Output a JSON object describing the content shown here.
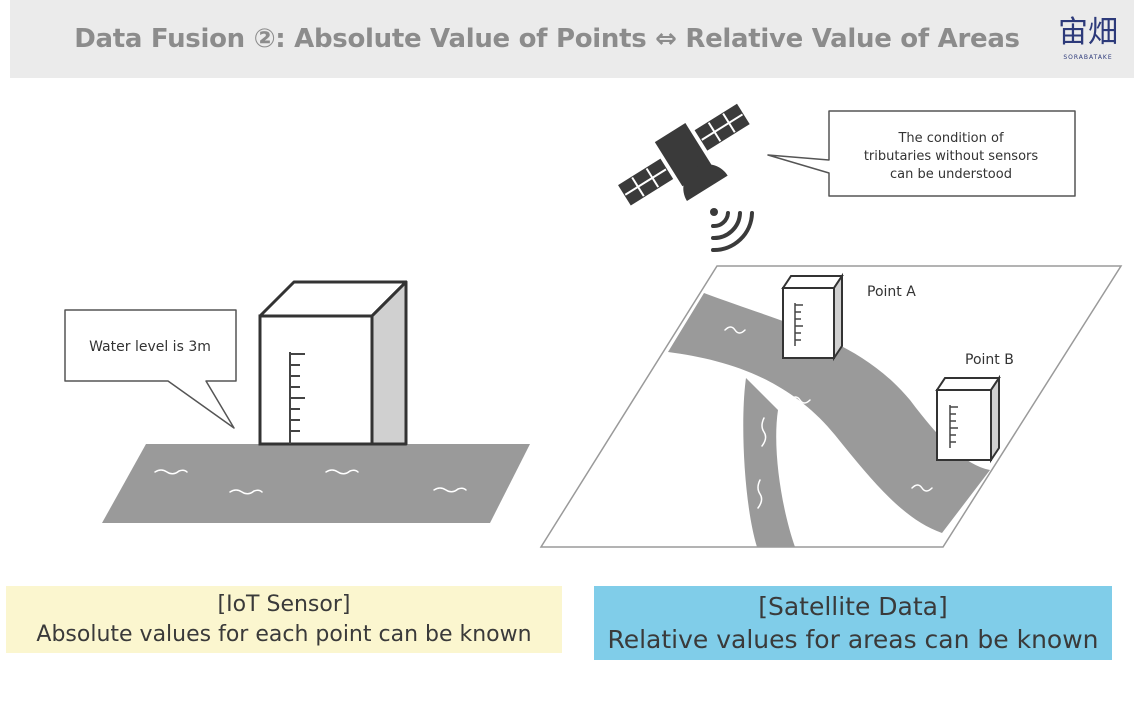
{
  "header": {
    "title": "Data Fusion ②: Absolute Value of Points ⇔ Relative Value of Areas",
    "logo_text": "宙畑",
    "logo_subtext": "SORABATAKE"
  },
  "left_scene": {
    "callout": "Water level is 3m"
  },
  "right_scene": {
    "callout_lines": [
      "The condition of",
      "tributaries without sensors",
      "can be understood"
    ],
    "point_a": "Point A",
    "point_b": "Point B"
  },
  "iot_box": {
    "heading": "[IoT Sensor]",
    "text": "Absolute values for each point can be known",
    "color": "#fbf6cf"
  },
  "satellite_box": {
    "heading": "[Satellite Data]",
    "text": "Relative values for areas can be known",
    "color": "#80cde9"
  }
}
